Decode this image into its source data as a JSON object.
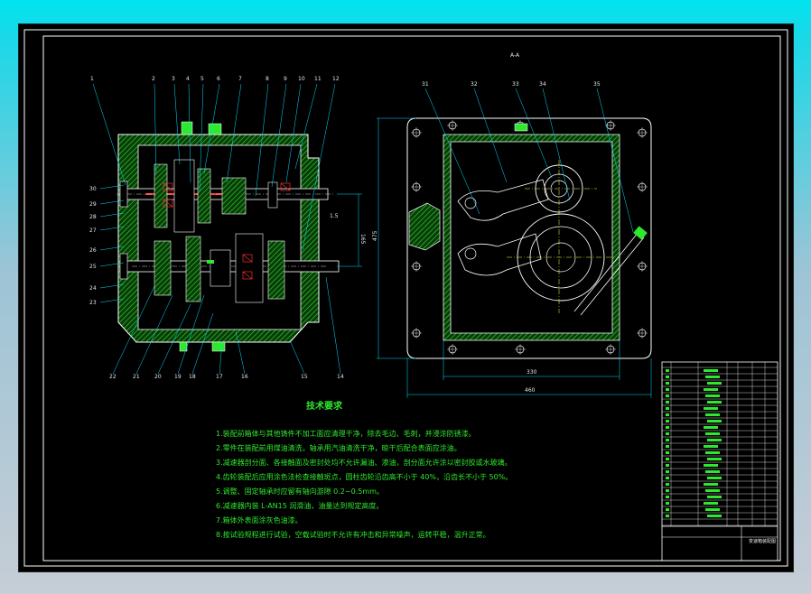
{
  "sheet": {
    "section_mark": "A-A",
    "tech_title": "技术要求",
    "tech_notes": [
      "1.装配前箱体与其他铸件不加工面应清理干净，除去毛边、毛刺，并浸涂防锈漆。",
      "2.零件在装配前用煤油清洗，轴承用汽油清洗干净，晾干后配合表面应涂油。",
      "3.减速器剖分面、各接触面及密封处均不允许漏油、渗油，剖分面允许涂以密封胶或水玻璃。",
      "4.齿轮装配后应用涂色法检查接触斑点，圆柱齿轮沿齿高不小于 40%，沿齿长不小于 50%。",
      "5.调整、固定轴承时应留有轴向游隙 0.2~0.5mm。",
      "6.减速器内装 L-AN15 润滑油，油量达到规定高度。",
      "7.箱体外表面涂灰色油漆。",
      "8.按试验规程进行试验，空载试验时不允许有冲击和异常噪声，运转平稳，温升正常。"
    ],
    "left_callouts_top": [
      "1",
      "2",
      "3",
      "4",
      "5",
      "6",
      "7",
      "8",
      "9",
      "10",
      "11",
      "12"
    ],
    "left_callouts_side": [
      "30",
      "29",
      "28",
      "27",
      "26",
      "25",
      "24",
      "23"
    ],
    "left_callouts_bottom": [
      "22",
      "21",
      "20",
      "19",
      "18",
      "17",
      "16",
      "15",
      "14"
    ],
    "right_callouts": [
      "31",
      "32",
      "33",
      "34",
      "35"
    ],
    "dims": {
      "left_height": "165",
      "left_small": "1.5",
      "right_height": "475",
      "right_width_inner": "330",
      "right_width_outer": "460"
    },
    "title_block_caption": "变速箱装配图"
  },
  "colors": {
    "outline": "#ffffff",
    "leader": "#00e0ff",
    "green": "#2ee82e",
    "hatch": "#1ab01a",
    "shaft_red": "#ff3030",
    "centerline": "#ffff40",
    "bolt": "#40ff40"
  }
}
